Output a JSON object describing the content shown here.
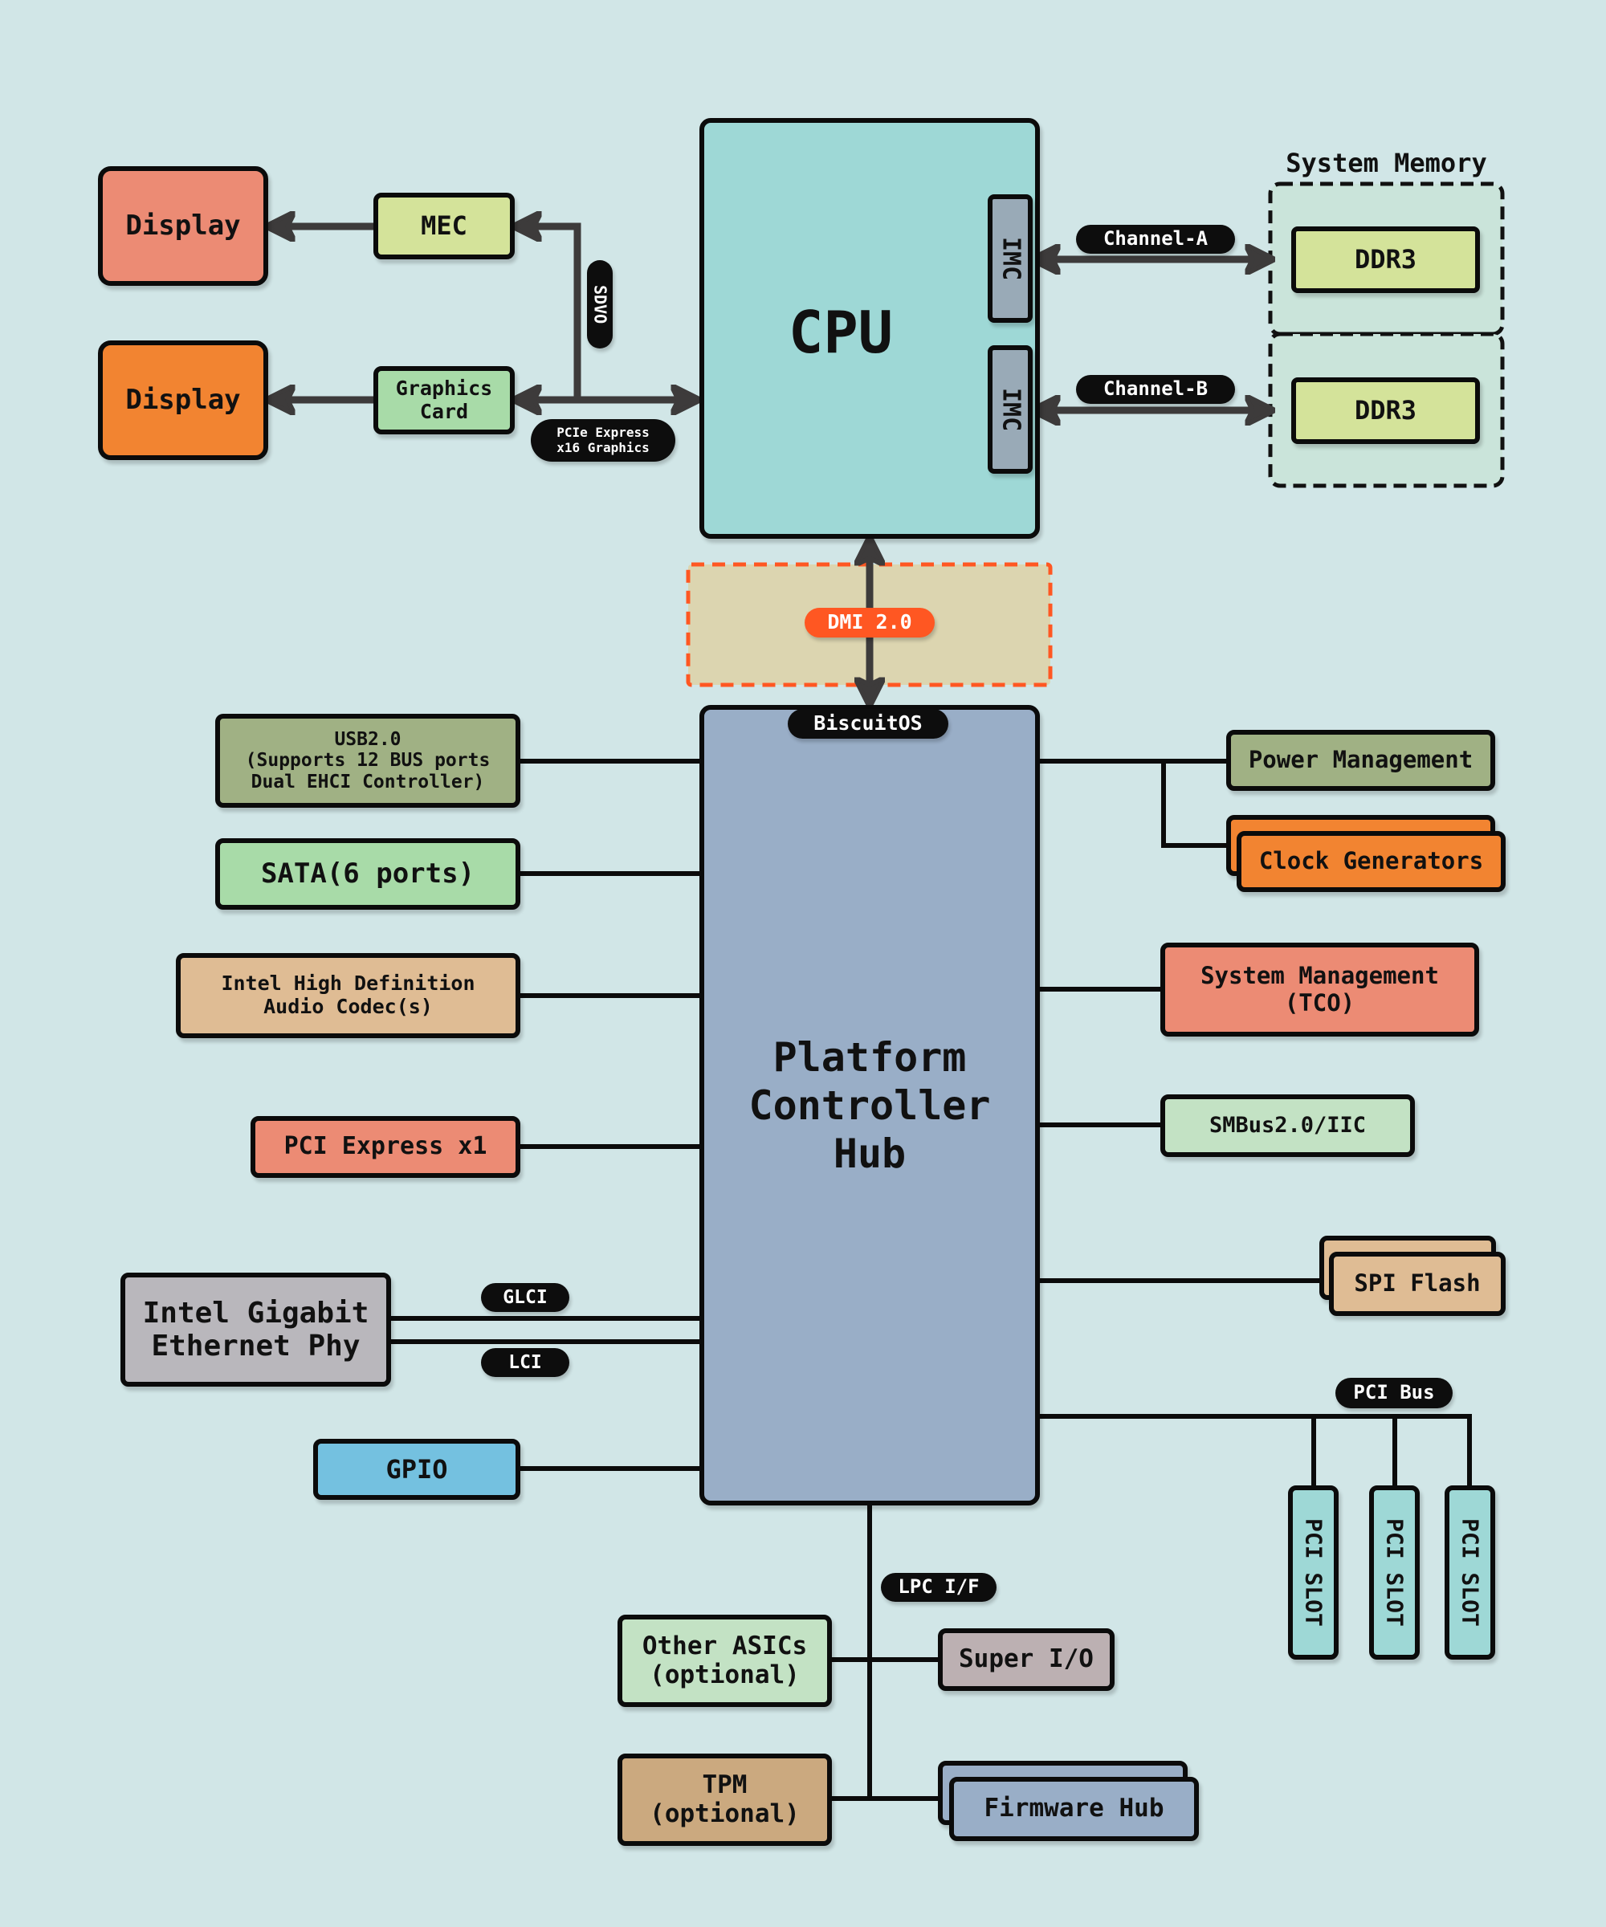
{
  "colors": {
    "background": "#d1e6e7",
    "cpu": "#9ed8d6",
    "pch": "#99aec7",
    "dmi_accent": "#ff5722",
    "line": "#0b0b0b",
    "arrow": "#3d3b3b"
  },
  "cpu": {
    "label": "CPU",
    "imc": [
      "IMC",
      "IMC"
    ]
  },
  "graphics": {
    "display_1": "Display",
    "display_2": "Display",
    "mec": "MEC",
    "graphics_card": "Graphics\nCard",
    "sdvo": "SDVO",
    "pcie_x16": "PCIe Express\nx16 Graphics"
  },
  "memory": {
    "title": "System Memory",
    "channels": [
      {
        "label": "Channel-A",
        "module": "DDR3"
      },
      {
        "label": "Channel-B",
        "module": "DDR3"
      }
    ]
  },
  "dmi": {
    "label": "DMI 2.0"
  },
  "pch": {
    "label": "Platform\nController\nHub",
    "badge": "BiscuitOS"
  },
  "left_peripherals": {
    "usb": "USB2.0\n(Supports 12 BUS ports\nDual EHCI Controller)",
    "sata": "SATA(6 ports)",
    "audio": "Intel High Definition\nAudio Codec(s)",
    "pcie_x1": "PCI Express x1",
    "ethernet": "Intel Gigabit\nEthernet Phy",
    "glci": "GLCI",
    "lci": "LCI",
    "gpio": "GPIO"
  },
  "right_peripherals": {
    "power": "Power Management",
    "clock": "Clock Generators",
    "sysmgmt": "System Management\n(TCO)",
    "smbus": "SMBus2.0/IIC",
    "spi": "SPI Flash",
    "pci_bus": "PCI Bus",
    "pci_slots": [
      "PCI SLOT",
      "PCI SLOT",
      "PCI SLOT"
    ]
  },
  "lpc": {
    "label": "LPC I/F",
    "other_asics": "Other ASICs\n(optional)",
    "super_io": "Super I/O",
    "tpm": "TPM\n(optional)",
    "firmware_hub": "Firmware Hub"
  }
}
